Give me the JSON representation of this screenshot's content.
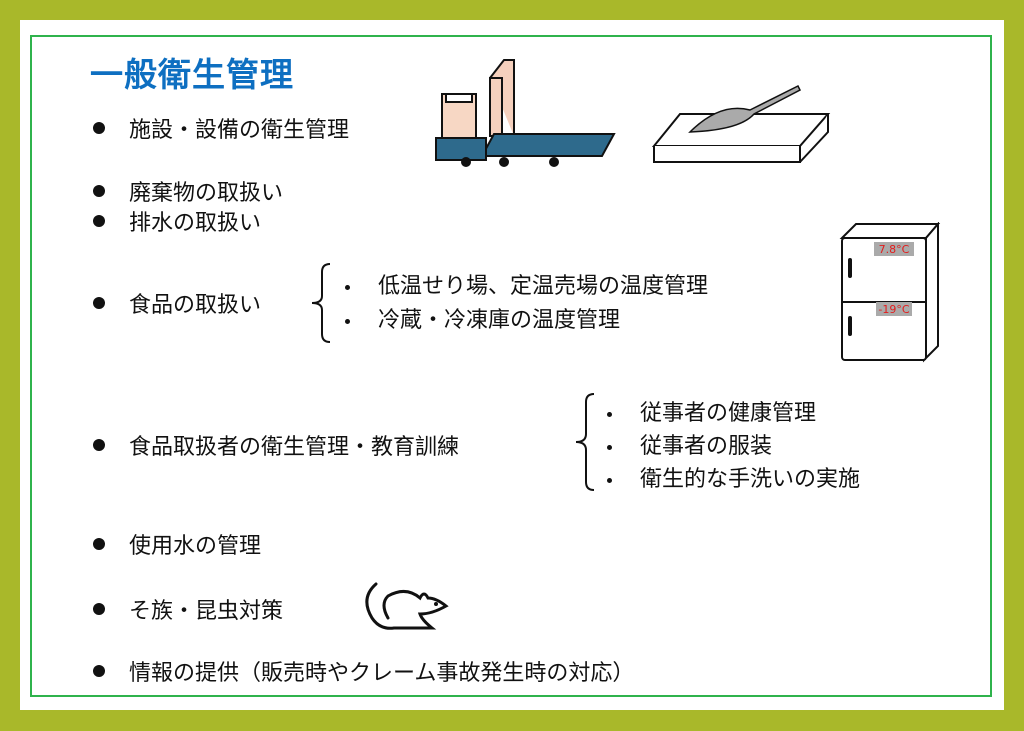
{
  "title": "一般衛生管理",
  "items": [
    {
      "label": "施設・設備の衛生管理"
    },
    {
      "label": "廃棄物の取扱い"
    },
    {
      "label": "排水の取扱い"
    },
    {
      "label": "食品の取扱い",
      "sub": [
        "低温せり場、定温売場の温度管理",
        "冷蔵・冷凍庫の温度管理"
      ]
    },
    {
      "label": "食品取扱者の衛生管理・教育訓練",
      "sub": [
        "従事者の健康管理",
        "従事者の服装",
        "衛生的な手洗いの実施"
      ]
    },
    {
      "label": "使用水の管理"
    },
    {
      "label": "そ族・昆虫対策"
    },
    {
      "label": "情報の提供（販売時やクレーム事故発生時の対応）"
    }
  ],
  "fridge": {
    "top_temp": "7.8°C",
    "bottom_temp": "-19°C"
  },
  "colors": {
    "border": "#a9b82a",
    "frame": "#2fb34c",
    "title": "#0e6fc1"
  }
}
